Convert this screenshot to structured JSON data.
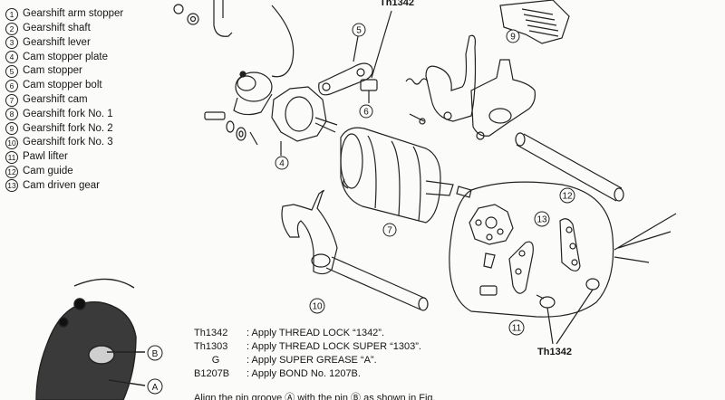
{
  "legend": [
    {
      "num": "1",
      "label": "Gearshift arm stopper"
    },
    {
      "num": "2",
      "label": "Gearshift shaft"
    },
    {
      "num": "3",
      "label": "Gearshift lever"
    },
    {
      "num": "4",
      "label": "Cam stopper plate"
    },
    {
      "num": "5",
      "label": "Cam stopper"
    },
    {
      "num": "6",
      "label": "Cam stopper bolt"
    },
    {
      "num": "7",
      "label": "Gearshift cam"
    },
    {
      "num": "8",
      "label": "Gearshift fork No. 1"
    },
    {
      "num": "9",
      "label": "Gearshift fork No. 2"
    },
    {
      "num": "10",
      "label": "Gearshift fork No. 3"
    },
    {
      "num": "11",
      "label": "Pawl lifter"
    },
    {
      "num": "12",
      "label": "Cam guide"
    },
    {
      "num": "13",
      "label": "Cam driven gear"
    }
  ],
  "diagram_callouts": {
    "top_th": "Th1342",
    "bottom_th": "Th1342",
    "part_4": "4",
    "part_5": "5",
    "part_6": "6",
    "part_7": "7",
    "part_9": "9",
    "part_10": "10",
    "part_11": "11",
    "part_12": "12",
    "part_13": "13",
    "pin_b": "B",
    "pin_a": "A"
  },
  "notes": [
    {
      "code": "Th1342",
      "text": ": Apply THREAD LOCK “1342”."
    },
    {
      "code": "Th1303",
      "text": ": Apply THREAD LOCK SUPER “1303”."
    },
    {
      "code": "G",
      "text": ": Apply SUPER GREASE “A”."
    },
    {
      "code": "B1207B",
      "text": ": Apply BOND No. 1207B."
    }
  ],
  "align_note": "Align the pin groove Ⓐ with the pin Ⓑ as shown in Fig."
}
